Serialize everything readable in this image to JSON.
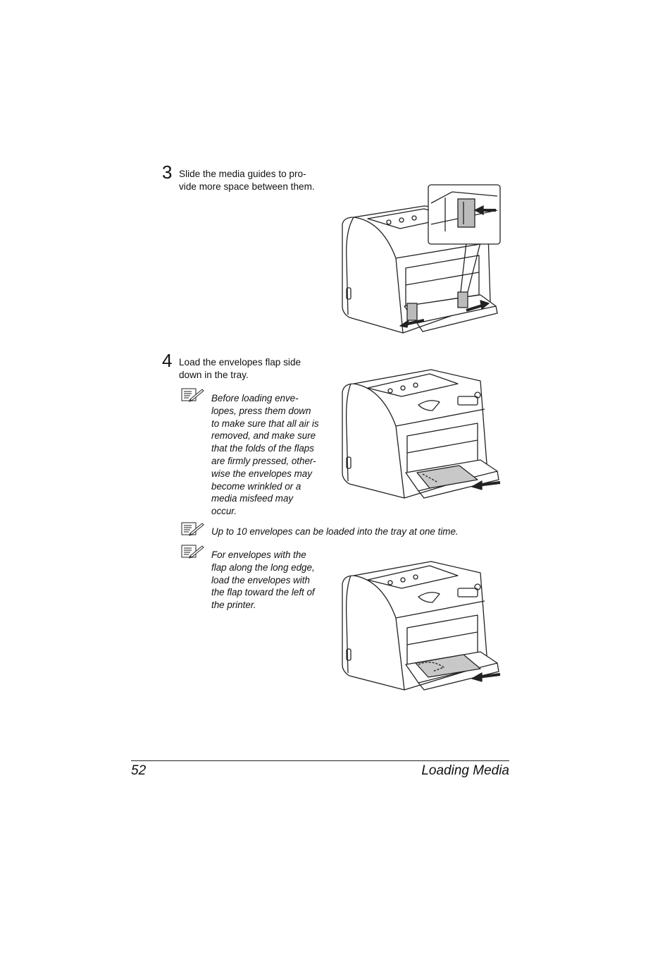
{
  "steps": [
    {
      "number": "3",
      "text": "Slide the media guides to provide more space between them."
    },
    {
      "number": "4",
      "text": "Load the envelopes flap side down in the tray."
    }
  ],
  "notes": [
    {
      "icon": "note-pencil-icon",
      "text": "Before loading envelopes, press them down to make sure that all air is removed, and make sure that the folds of the flaps are firmly pressed, otherwise the envelopes may become wrinkled or a media misfeed may occur."
    },
    {
      "icon": "note-pencil-icon",
      "text": "Up to 10 envelopes can be loaded into the tray at one time."
    },
    {
      "icon": "note-pencil-icon",
      "text": "For envelopes with the flap along the long edge, load the envelopes with the flap toward the left of the printer."
    }
  ],
  "footer": {
    "page_number": "52",
    "section_title": "Loading Media"
  }
}
